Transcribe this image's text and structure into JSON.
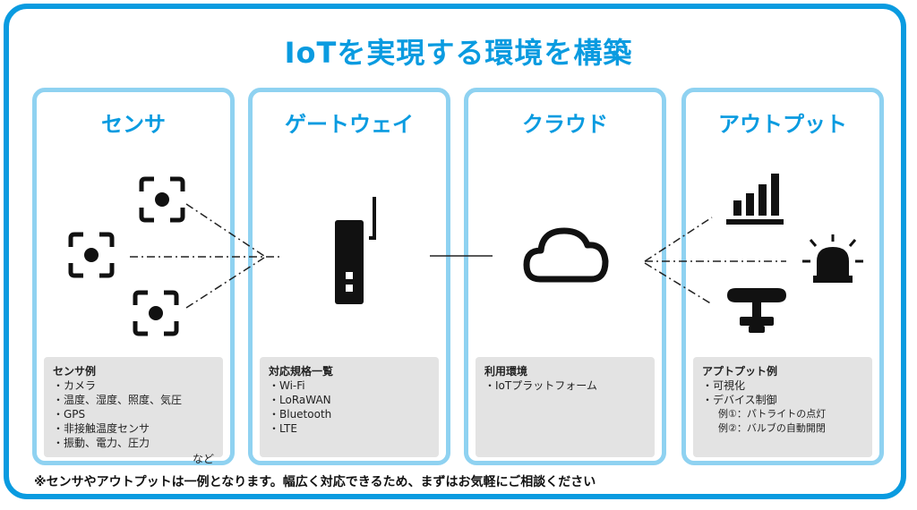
{
  "title": "IoTを実現する環境を構築",
  "panels": {
    "sensor": {
      "title": "センサ",
      "note_heading": "センサ例",
      "items": [
        "・カメラ",
        "・温度、湿度、照度、気圧",
        "・GPS",
        "・非接触温度センサ",
        "・振動、電力、圧力"
      ],
      "trailer": "など"
    },
    "gateway": {
      "title": "ゲートウェイ",
      "note_heading": "対応規格一覧",
      "items": [
        "・Wi-Fi",
        "・LoRaWAN",
        "・Bluetooth",
        "・LTE"
      ]
    },
    "cloud": {
      "title": "クラウド",
      "note_heading": "利用環境",
      "items": [
        "・IoTプラットフォーム"
      ]
    },
    "output": {
      "title": "アウトプット",
      "note_heading": "アプトプット例",
      "items": [
        "・可視化",
        "・デバイス制御"
      ],
      "subitems": [
        "例①：パトライトの点灯",
        "例②：バルブの自動開閉"
      ]
    }
  },
  "icons": {
    "sensors": [
      "sensor-camera-icon",
      "sensor-camera-icon",
      "sensor-camera-icon"
    ],
    "gateway": "router-icon",
    "cloud": "cloud-icon",
    "outputs": [
      "bar-chart-icon",
      "alarm-light-icon",
      "valve-icon"
    ]
  },
  "colors": {
    "accent": "#0a9be0",
    "panel_border": "#8fd2f1",
    "note_bg": "#e3e3e3"
  },
  "footnote": "※センサやアウトプットは一例となります。幅広く対応できるため、まずはお気軽にご相談ください"
}
